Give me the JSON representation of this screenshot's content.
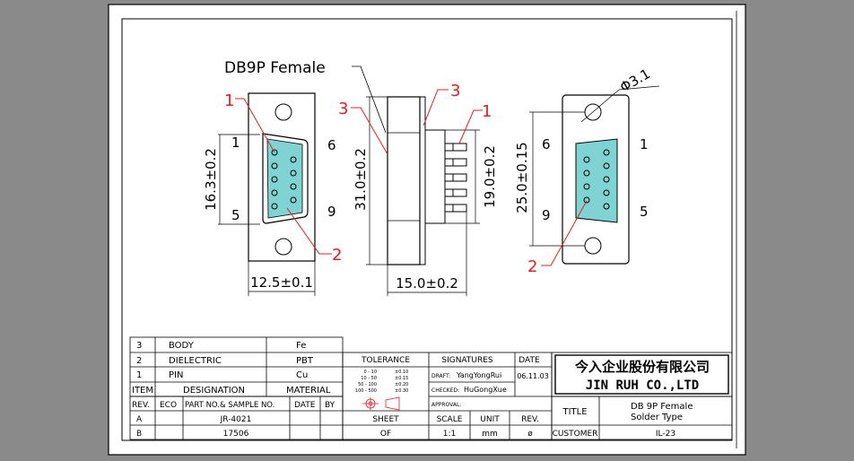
{
  "drawing": {
    "main_label": "DB9P Female",
    "callouts": {
      "one": "1",
      "two": "2",
      "three": "3"
    },
    "front_view": {
      "pin_left_top": "1",
      "pin_left_bottom": "5",
      "pin_right_top": "6",
      "pin_right_bottom": "9",
      "dim_height": "16.3±0.2",
      "dim_width": "12.5±0.1"
    },
    "side_view": {
      "dim_total_height": "31.0±0.2",
      "dim_shell_height": "19.0±0.2",
      "dim_depth": "15.0±0.2"
    },
    "rear_view": {
      "dim_hole": "Φ3.1",
      "dim_height": "25.0±0.15",
      "pin_left_top": "6",
      "pin_left_bottom": "9",
      "pin_right_top": "1",
      "pin_right_bottom": "5"
    }
  },
  "bom": {
    "rows": [
      {
        "item": "3",
        "designation": "BODY",
        "material": "Fe"
      },
      {
        "item": "2",
        "designation": "DIELECTRIC",
        "material": "PBT"
      },
      {
        "item": "1",
        "designation": "PIN",
        "material": "Cu"
      }
    ],
    "header": {
      "item": "ITEM",
      "designation": "DESIGNATION",
      "material": "MATERIAL"
    }
  },
  "revisions": {
    "header": {
      "rev": "REV.",
      "eco": "ECO",
      "part": "PART NO.& SAMPLE NO.",
      "date": "DATE",
      "by": "BY"
    },
    "rows": [
      {
        "rev": "A",
        "part": "JR-4021"
      },
      {
        "rev": "B",
        "part": "17506"
      }
    ]
  },
  "tolerance": {
    "title": "TOLERANCE",
    "lines": [
      [
        "0 - 10",
        "±0.10"
      ],
      [
        "10 - 50",
        "±0.15"
      ],
      [
        "50 - 100",
        "±0.20"
      ],
      [
        "100 - 500",
        "±0.30"
      ]
    ]
  },
  "signatures": {
    "title": "SIGNATURES",
    "date_title": "DATE",
    "draft_label": "DRAFT:",
    "draft_name": "YangYongRui",
    "checked_label": "CHECKED:",
    "checked_name": "HuGongXue",
    "approval_label": "APPROVAL:",
    "date_value": "06.11.03"
  },
  "sheet": {
    "sheet_label": "SHEET",
    "sheet_value": "OF",
    "scale_label": "SCALE",
    "scale_value": "1:1",
    "unit_label": "UNIT",
    "unit_value": "mm",
    "rev_label": "REV.",
    "rev_value": "ø"
  },
  "company": {
    "name_cn": "今入企业股份有限公司",
    "name_en": "JIN RUH CO.,LTD"
  },
  "title_block": {
    "title_label": "TITLE",
    "title_line1": "DB 9P Female",
    "title_line2": "Solder Type",
    "customer_label": "CUSTOMER",
    "customer_value": "IL-23"
  },
  "colors": {
    "frame_bg": "#ffffff",
    "line": "#000000",
    "callout": "#e02020",
    "insulator": "#7fd3d3"
  }
}
